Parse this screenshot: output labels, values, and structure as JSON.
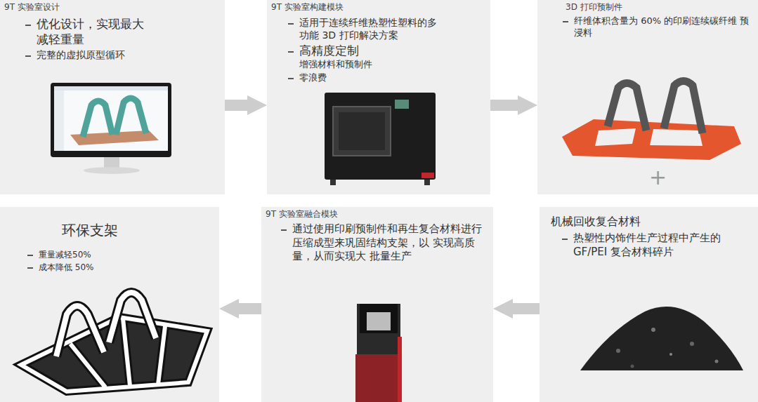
{
  "diagram": {
    "nodes": [
      {
        "text": [
          "9T 实验室设计",
          "优化设计，实现最大 减轻重量",
          "完整的虚拟原型循环"
        ]
      },
      {
        "text": [
          "9T 实验室构建模块",
          "适用于连续纤维热塑性塑料的多 功能 3D 打印解决方案",
          "高精度定制",
          "增强材料和预制件",
          "零浪费"
        ]
      },
      {
        "text": [
          "3D 打印预制件",
          "纤维体积含量为 60% 的印刷连续碳纤维 预浸料"
        ]
      },
      {
        "text": [
          "环保支架",
          "重量减轻50%",
          "成本降低 50%"
        ]
      },
      {
        "text": [
          "9T 实验室融合模块",
          "通过使用印刷预制件和再生复合材料进行 压缩成型来巩固结构支架，以 实现高质量，从而实现大 批量生产"
        ]
      },
      {
        "text": [
          "机械回收复合材料",
          "热塑性内饰件生产过程中产生的 GF/PEI 复合材料碎片"
        ]
      }
    ],
    "edges": [
      {
        "from": 0,
        "to": 1,
        "arrow": "to"
      },
      {
        "from": 1,
        "to": 2,
        "arrow": "to"
      },
      {
        "from": 5,
        "to": 4,
        "arrow": "to"
      },
      {
        "from": 4,
        "to": 3,
        "arrow": "to"
      }
    ],
    "labels": [
      "+"
    ]
  }
}
